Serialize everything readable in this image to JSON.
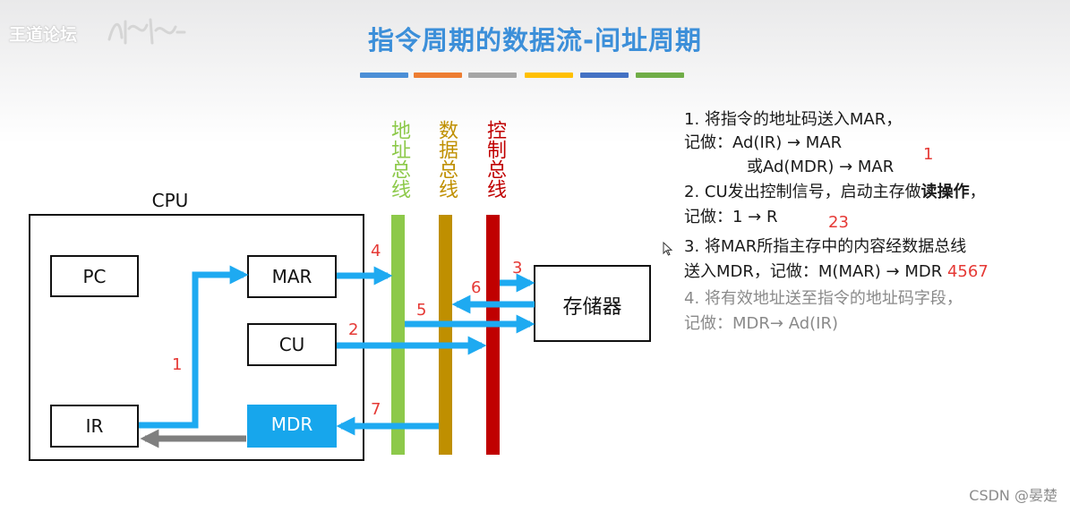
{
  "watermark": {
    "forum": "王道论坛"
  },
  "title": "指令周期的数据流-间址周期",
  "title_bar_colors": [
    "#4b8fd6",
    "#ed7d31",
    "#a5a5a5",
    "#ffc000",
    "#4472c4",
    "#70ad47"
  ],
  "buses": [
    {
      "label": "地址总线",
      "color": "#8dc94a"
    },
    {
      "label": "数据总线",
      "color": "#bf8f00"
    },
    {
      "label": "控制总线",
      "color": "#c00000"
    }
  ],
  "cpu": {
    "label": "CPU",
    "registers": {
      "pc": "PC",
      "mar": "MAR",
      "cu": "CU",
      "ir": "IR",
      "mdr": "MDR"
    }
  },
  "memory": {
    "label": "存储器"
  },
  "colors": {
    "arrow": "#1eaaf1",
    "mdr_fill": "#17a6ec",
    "gray_arrow": "#7f7f7f",
    "number": "#e53935"
  },
  "numbers": {
    "n1": "1",
    "n2": "2",
    "n3": "3",
    "n4": "4",
    "n5": "5",
    "n6": "6",
    "n7": "7",
    "step1_note": "1",
    "step2_note": "23",
    "step3_note": "4567"
  },
  "steps": {
    "s1_line1": "1. 将指令的地址码送入MAR，",
    "s1_line2": "记做：Ad(IR) → MAR",
    "s1_line3": "或Ad(MDR) → MAR",
    "s2_line1_pre": "2. CU发出控制信号，启动主存做",
    "s2_line1_bold": "读操作",
    "s2_line1_post": "，",
    "s2_line2": "记做：1 → R",
    "s3_line1": "3. 将MAR所指主存中的内容经数据总线",
    "s3_line2": "送入MDR，记做：M(MAR) → MDR",
    "s4_line1": "4. 将有效地址送至指令的地址码字段，",
    "s4_line2": "记做：MDR→ Ad(IR)"
  },
  "footer": {
    "credit": "CSDN @晏楚"
  }
}
